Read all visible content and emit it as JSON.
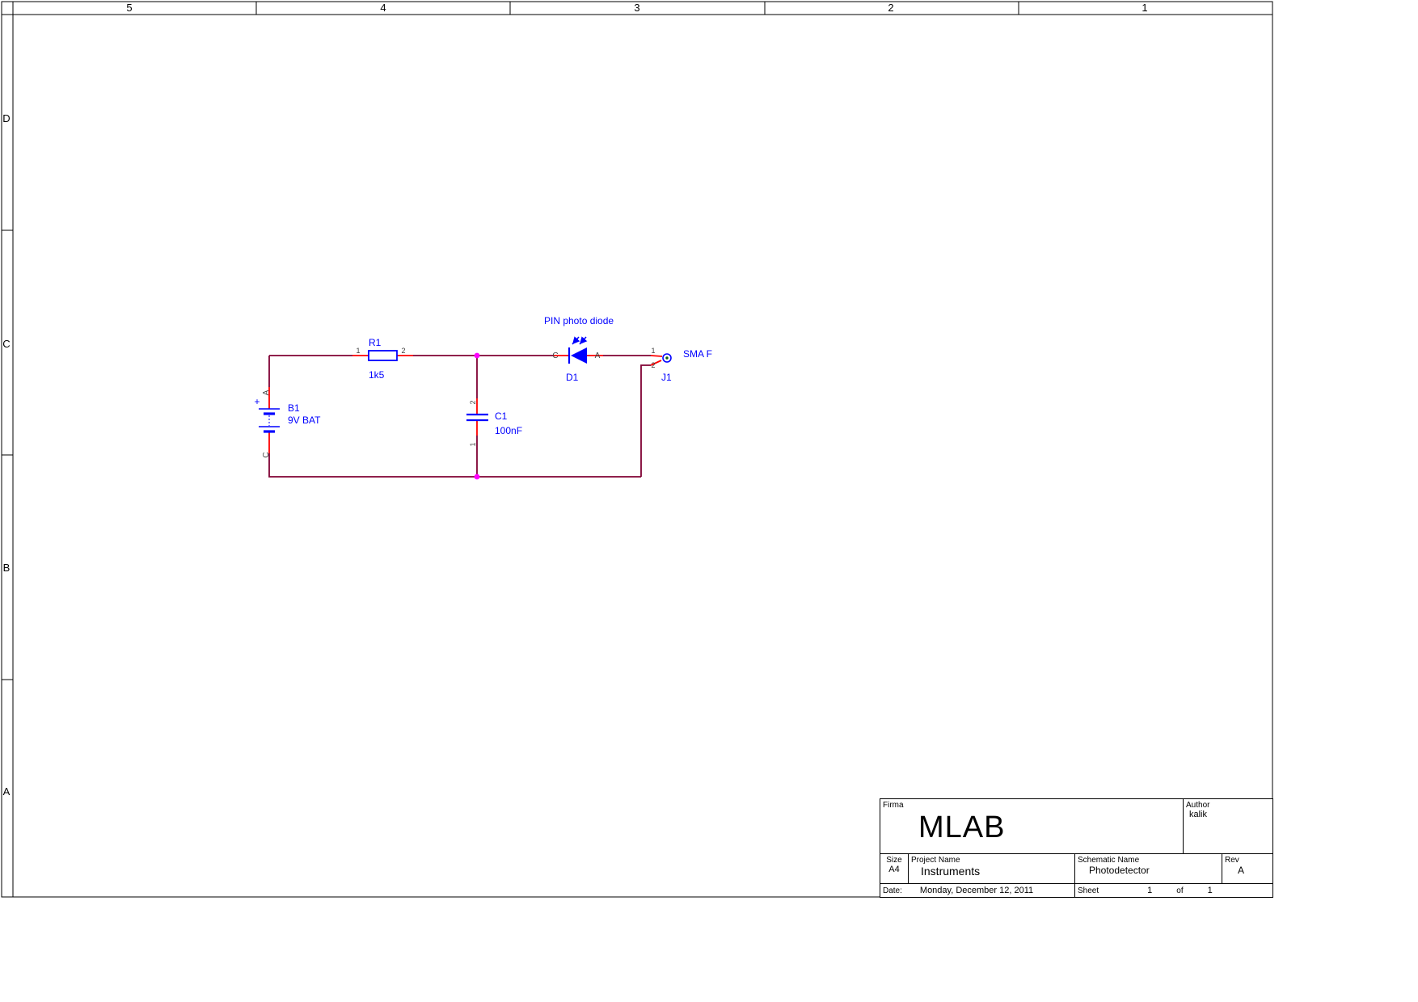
{
  "frame": {
    "columns": [
      "5",
      "4",
      "3",
      "2",
      "1"
    ],
    "rows": [
      "D",
      "C",
      "B",
      "A"
    ]
  },
  "circuit": {
    "annotation": "PIN photo diode",
    "battery": {
      "ref": "B1",
      "value": "9V BAT",
      "plus": "+",
      "pin_a": "A",
      "pin_c": "C"
    },
    "resistor": {
      "ref": "R1",
      "value": "1k5",
      "pin1": "1",
      "pin2": "2"
    },
    "capacitor": {
      "ref": "C1",
      "value": "100nF",
      "pin1": "1",
      "pin2": "2"
    },
    "photodiode": {
      "ref": "D1",
      "pin_c": "C",
      "pin_a": "A"
    },
    "connector": {
      "ref": "J1",
      "value": "SMA F",
      "pin1": "1",
      "pin2": "2"
    }
  },
  "title_block": {
    "firma_label": "Firma",
    "firma": "MLAB",
    "author_label": "Author",
    "author": "kalik",
    "size_label": "Size",
    "size": "A4",
    "project_label": "Project Name",
    "project": "Instruments",
    "schematic_label": "Schematic Name",
    "schematic": "Photodetector",
    "rev_label": "Rev",
    "rev": "A",
    "date_label": "Date:",
    "date": "Monday, December 12, 2011",
    "sheet_label": "Sheet",
    "sheet_number": "1",
    "sheet_of": "of",
    "sheet_total": "1"
  },
  "colors": {
    "wire": "#800033",
    "component": "#0000ff",
    "pin_stub": "#ff0000",
    "junction": "#ff00ff",
    "frame": "#000000",
    "pin_text": "#404040"
  }
}
